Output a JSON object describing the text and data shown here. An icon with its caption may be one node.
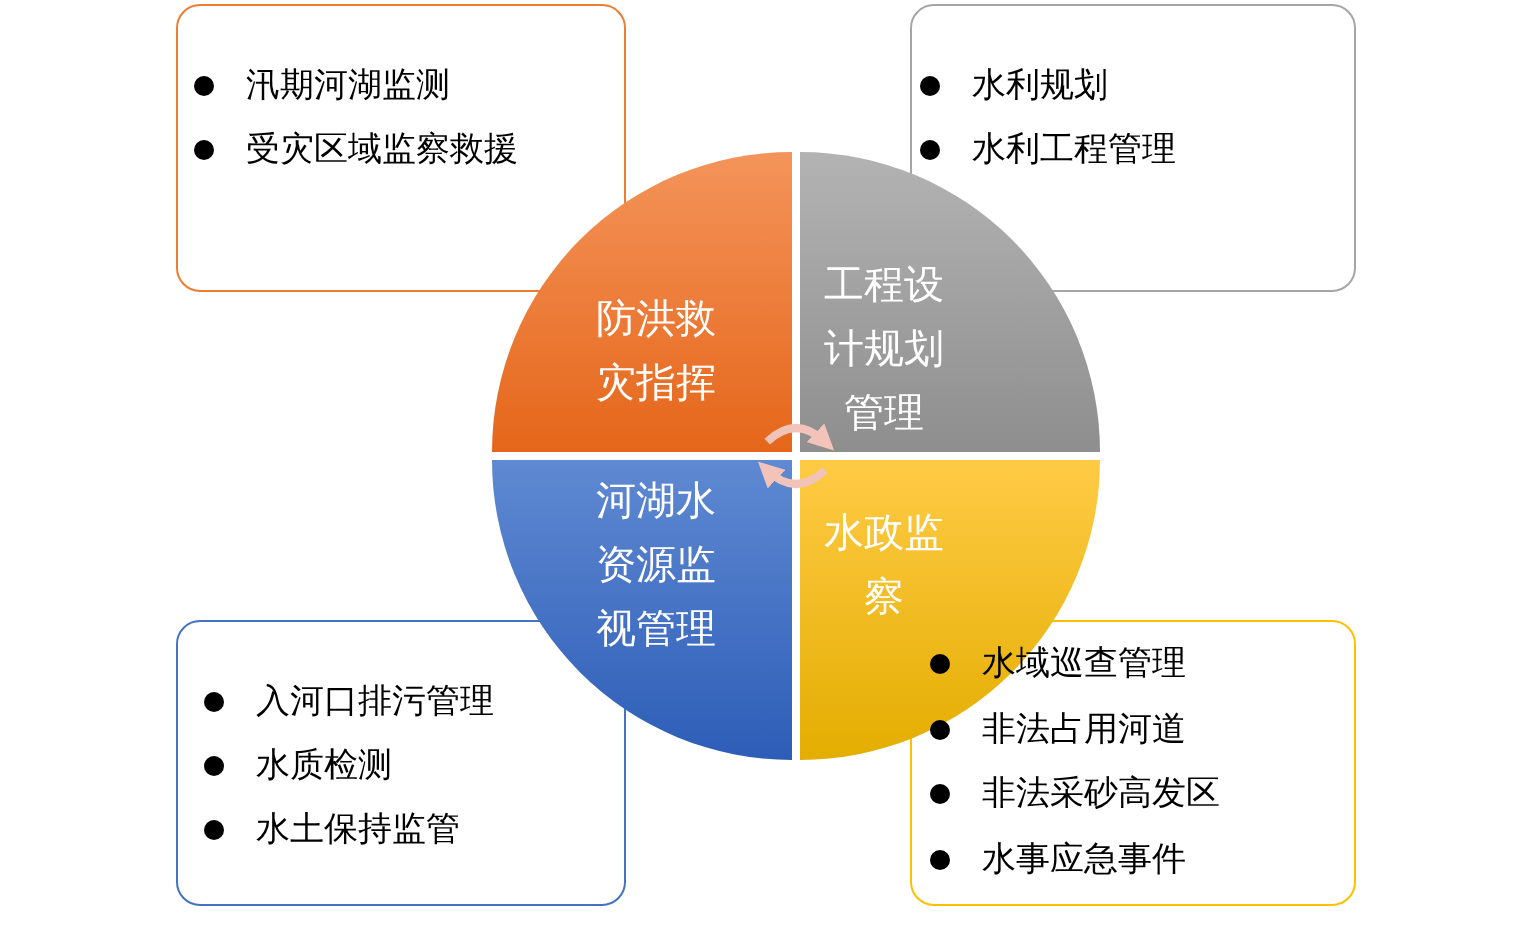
{
  "diagram": {
    "nodes": [
      {
        "text": [
          "汛期河湖监测",
          "受灾区域监察救援"
        ]
      },
      {
        "text": [
          "水利规划",
          "水利工程管理"
        ]
      },
      {
        "text": [
          "防洪救灾指挥"
        ]
      },
      {
        "text": [
          "工程设计规划管理"
        ]
      },
      {
        "text": [
          "河湖水资源监视管理"
        ]
      },
      {
        "text": [
          "水政监察"
        ]
      },
      {
        "text": [
          "入河口排污管理",
          "水质检测",
          "水土保持监管"
        ]
      },
      {
        "text": [
          "水域巡查管理",
          "非法占用河道",
          "非法采砂高发区",
          "水事应急事件"
        ]
      }
    ],
    "edges": [
      {
        "from": 2,
        "to": 3,
        "arrow": "to"
      },
      {
        "from": 5,
        "to": 4,
        "arrow": "to"
      }
    ]
  }
}
